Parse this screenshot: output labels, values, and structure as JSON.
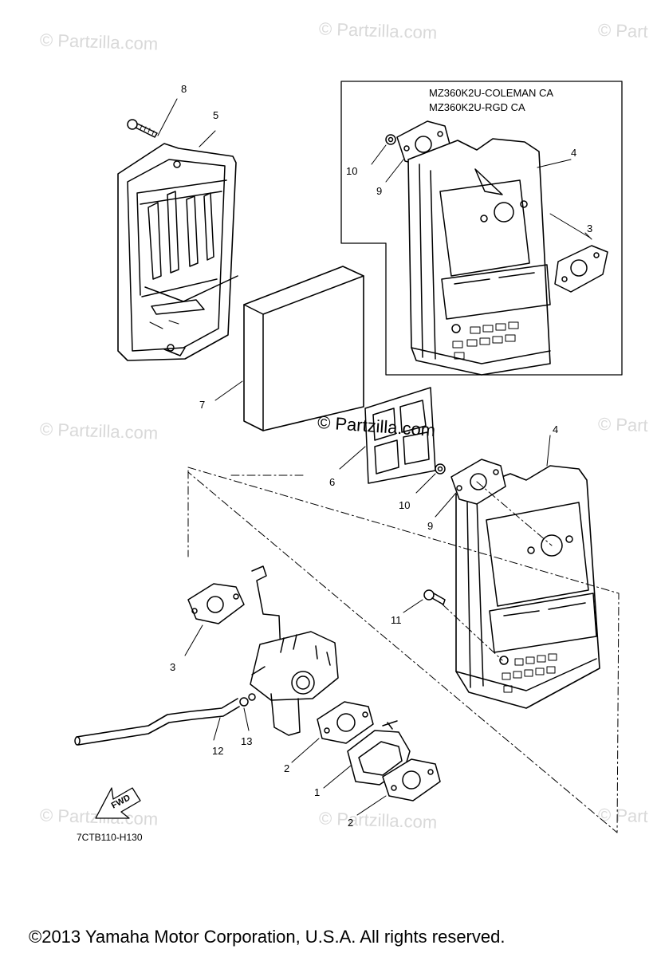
{
  "watermarks": [
    "© Partzilla.com",
    "© Partzilla.com",
    "© Part",
    "© Partzilla.com",
    "© Part",
    "© Partzilla.com",
    "© Partzilla.com",
    "© Part"
  ],
  "center_watermark": "© Partzilla.com",
  "inset": {
    "line1": "MZ360K2U-COLEMAN CA",
    "line2": "MZ360K2U-RGD CA"
  },
  "callouts": {
    "c8": "8",
    "c5": "5",
    "c4_top": "4",
    "c10_top": "10",
    "c9_top": "9",
    "c3_top": "3",
    "c7": "7",
    "c6": "6",
    "c4": "4",
    "c10": "10",
    "c9": "9",
    "c11": "11",
    "c3": "3",
    "c12": "12",
    "c13": "13",
    "c2_upper": "2",
    "c1": "1",
    "c2_lower": "2"
  },
  "fwd": "FWD",
  "diagram_code": "7CTB110-H130",
  "copyright": "©2013  Yamaha Motor Corporation, U.S.A. All rights reserved.",
  "icons": [
    "fwd-arrow-icon"
  ]
}
